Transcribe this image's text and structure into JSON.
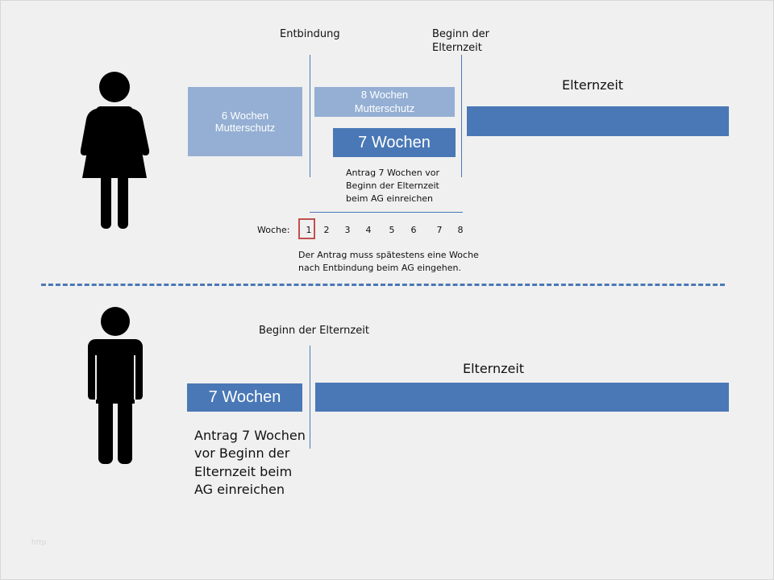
{
  "mother": {
    "label_entbindung": "Entbindung",
    "label_beginn_elternzeit": "Beginn der\nElternzeit",
    "box_6_wochen": "6 Wochen\nMutterschutz",
    "box_8_wochen": "8 Wochen\nMutterschutz",
    "box_7_wochen": "7 Wochen",
    "label_elternzeit": "Elternzeit",
    "antrag_text": "Antrag 7 Wochen vor\nBeginn der Elternzeit\nbeim AG einreichen",
    "weeks_label": "Woche:",
    "weeks": [
      "1",
      "2",
      "3",
      "4",
      "5",
      "6",
      "7",
      "8"
    ],
    "highlighted_week": "1",
    "note": "Der Antrag muss spätestens eine Woche\nnach Entbindung beim AG eingehen."
  },
  "father": {
    "label_beginn_elternzeit": "Beginn der Elternzeit",
    "label_elternzeit": "Elternzeit",
    "box_7_wochen": "7 Wochen",
    "antrag_text": "Antrag 7 Wochen\nvor Beginn der\nElternzeit beim\nAG einreichen"
  },
  "watermark": "http",
  "colors": {
    "background": "#f0f0f0",
    "box_light": "#94afd3",
    "box_dark": "#4a78b6",
    "line": "#4a78b6",
    "highlight": "#c0504d",
    "icon": "#000000"
  },
  "icons": {
    "woman": "woman-figure-icon",
    "man": "man-figure-icon"
  }
}
